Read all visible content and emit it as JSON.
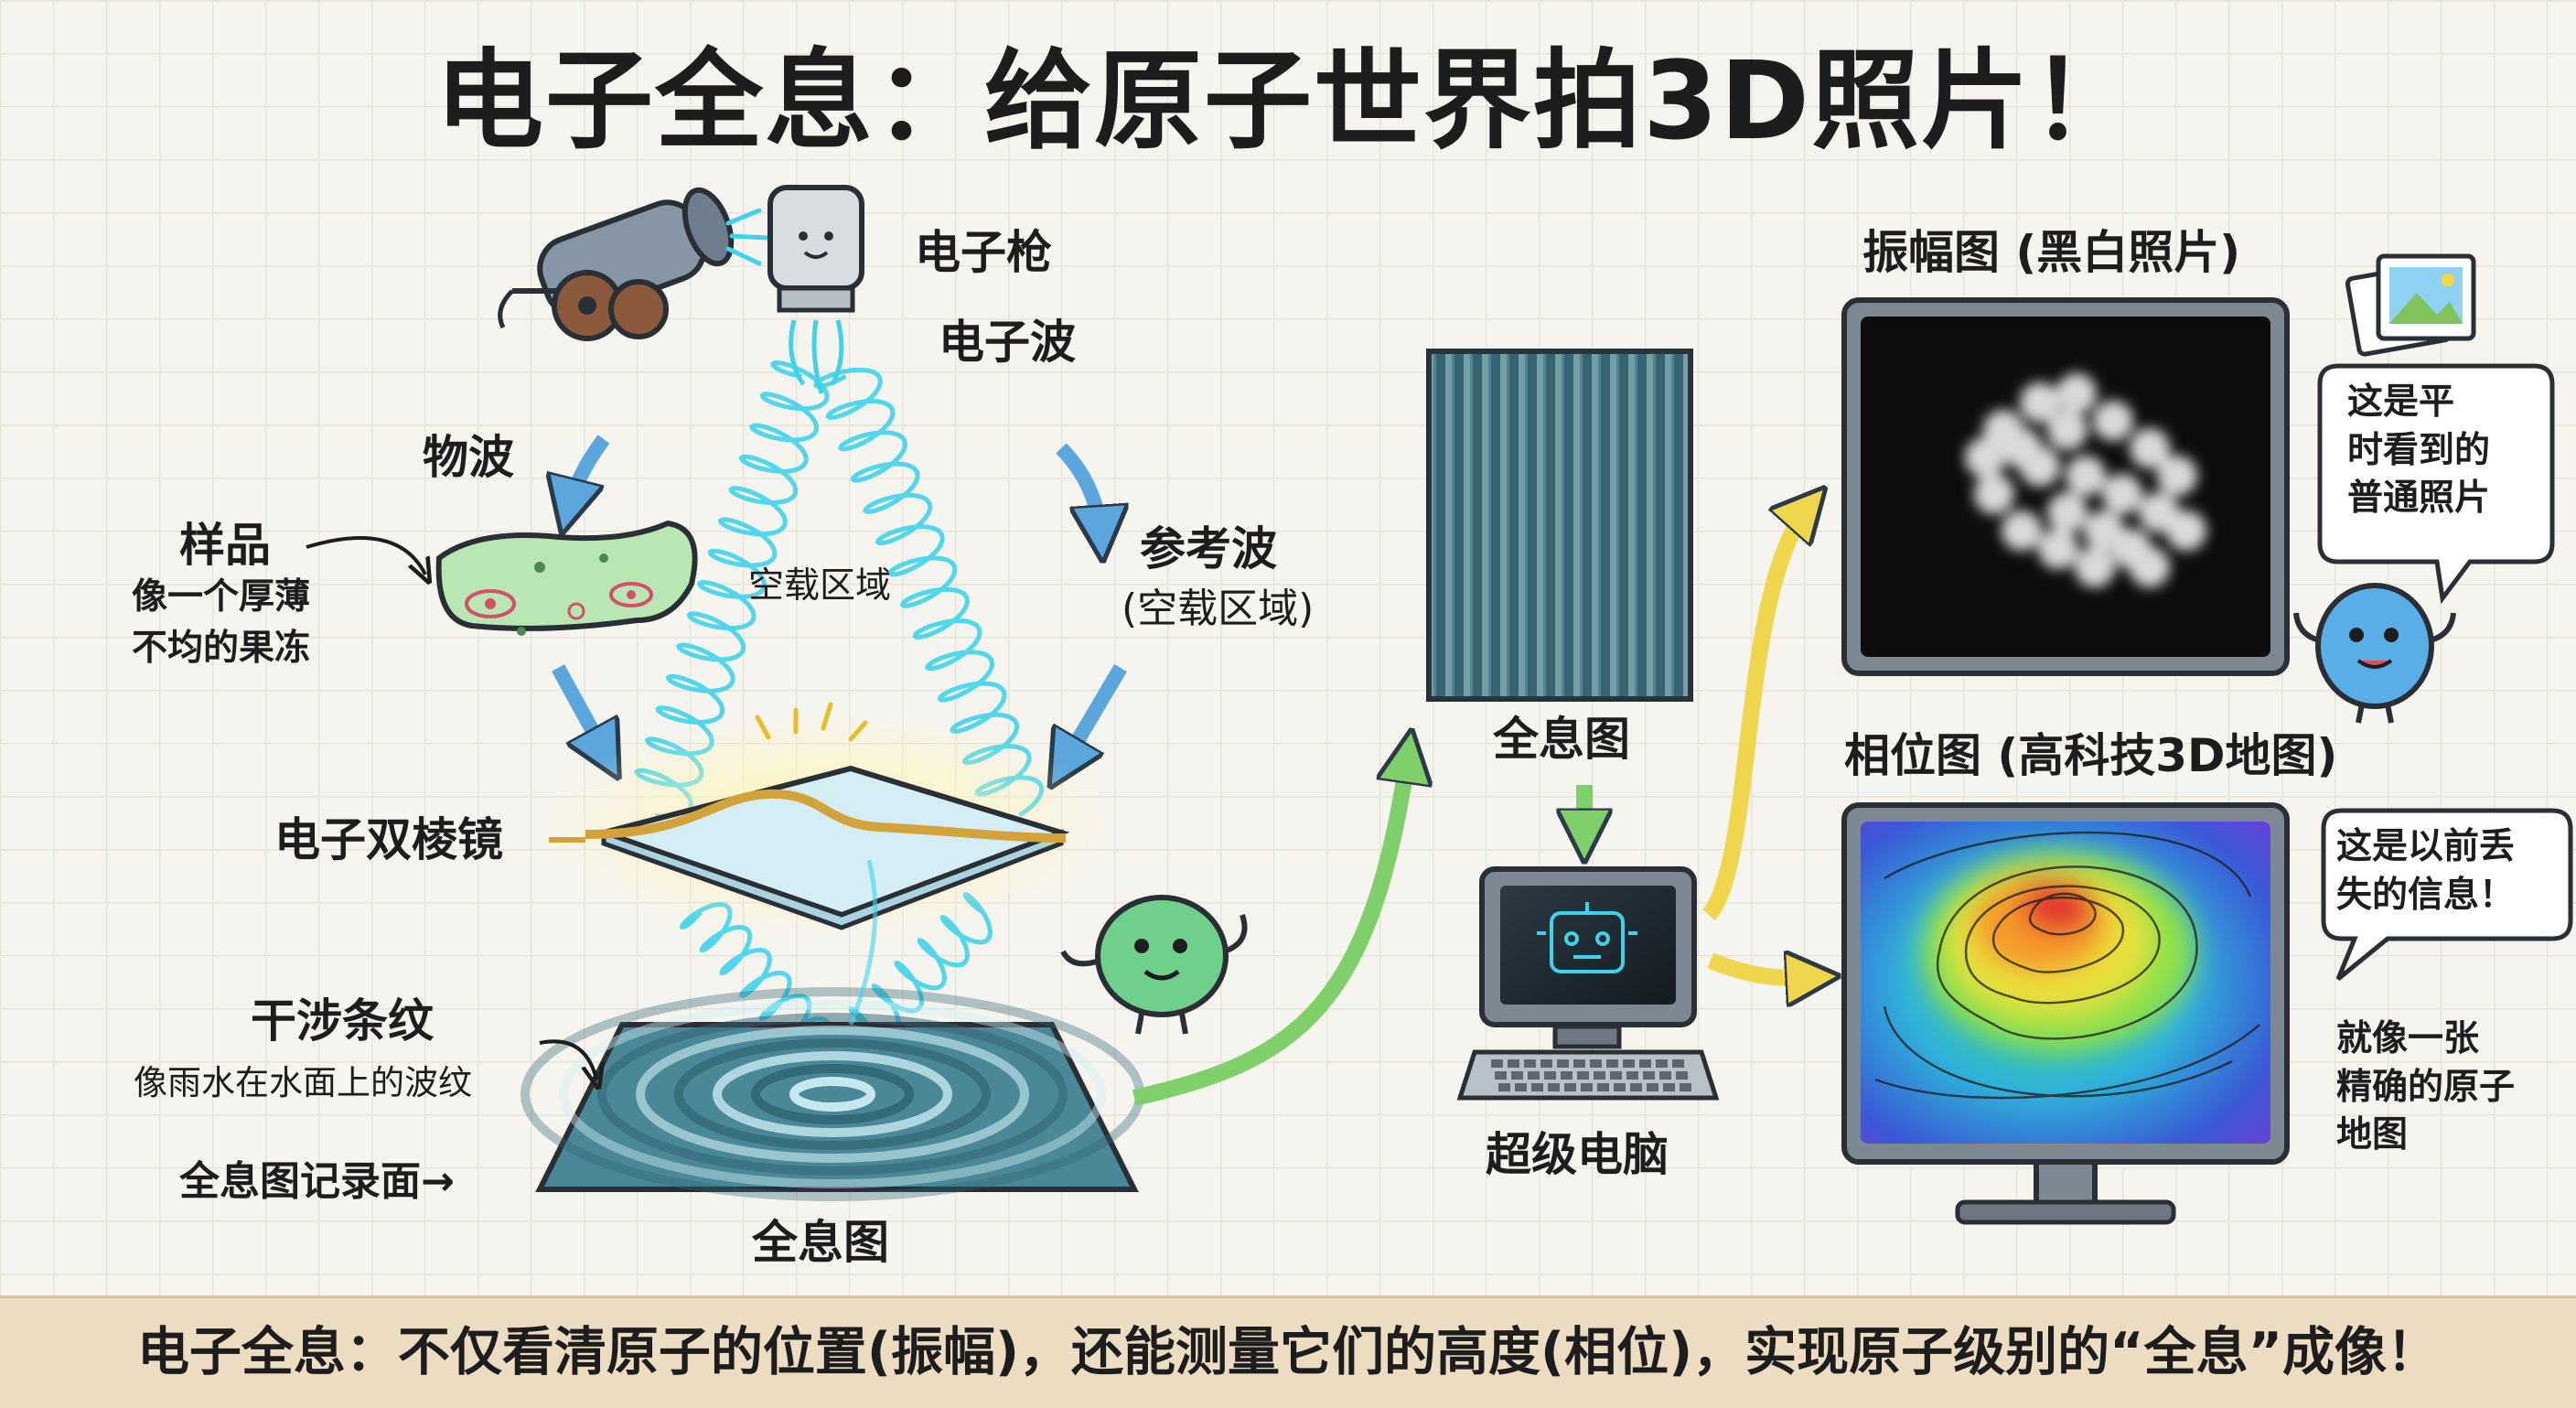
{
  "title": "电子全息：给原子世界拍3D照片！",
  "labels": {
    "electron_gun": "电子枪",
    "electron_wave": "电子波",
    "object_wave": "物波",
    "sample": "样品",
    "sample_desc_1": "像一个厚薄",
    "sample_desc_2": "不均的果冻",
    "empty_region": "空载区域",
    "reference_wave": "参考波",
    "reference_wave_note": "(空载区域)",
    "biprism": "电子双棱镜",
    "fringes": "干涉条纹",
    "fringes_desc": "像雨水在水面上的波纹",
    "record_plane": "全息图记录面→",
    "hologram_bottom": "全息图",
    "hologram_mid": "全息图",
    "supercomputer": "超级电脑",
    "amplitude_title": "振幅图 (黑白照片)",
    "phase_title": "相位图 (高科技3D地图)",
    "bubble_1_line_1": "这是平",
    "bubble_1_line_2": "时看到的",
    "bubble_1_line_3": "普通照片",
    "bubble_2_line_1": "这是以前丢",
    "bubble_2_line_2": "失的信息！",
    "map_note_1": "就像一张",
    "map_note_2": "精确的原子",
    "map_note_3": "地图"
  },
  "footer": "电子全息：不仅看清原子的位置(振幅)，还能测量它们的高度(相位)，实现原子级别的“全息”成像！",
  "icons": [
    "cannon-icon",
    "electron-gun-icon",
    "sample-jelly-icon",
    "biprism-icon",
    "hologram-plate-icon",
    "green-mascot-icon",
    "hologram-image-icon",
    "computer-icon",
    "robot-face-icon",
    "amplitude-monitor-icon",
    "phase-monitor-icon",
    "photo-icon",
    "blue-mascot-icon",
    "speech-bubble-icon"
  ],
  "colors": {
    "wave": "#3fd3ea",
    "arrow_blue": "#5ba6dc",
    "arrow_green": "#7fcf6a",
    "arrow_yellow": "#f0d64d",
    "plate": "#4a8797",
    "mascot_green": "#6fd08c",
    "mascot_blue": "#5aaee8",
    "footer_bg": "#ecdcc2"
  }
}
